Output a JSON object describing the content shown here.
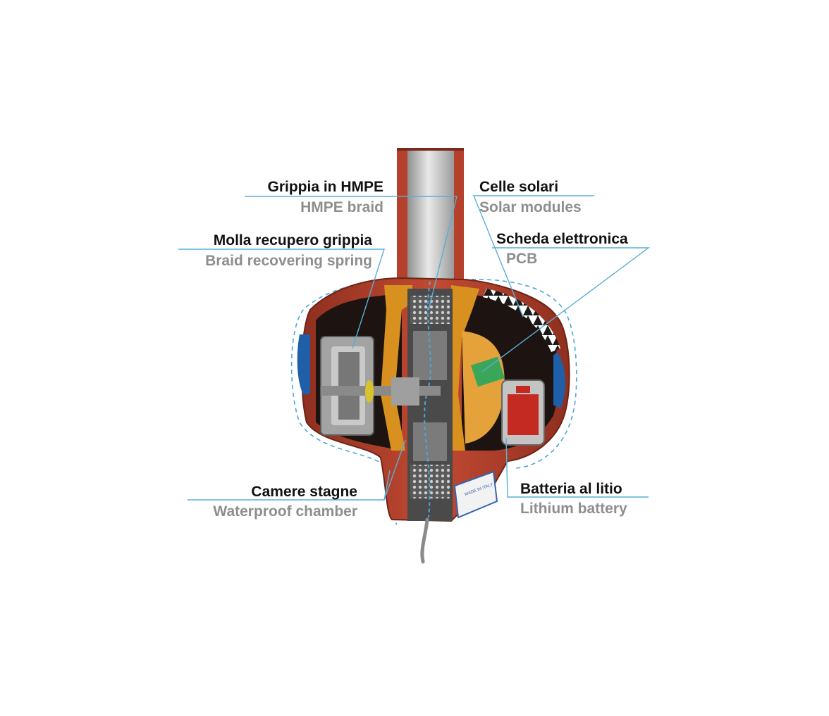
{
  "colors": {
    "leader_line": "#5aaed6",
    "housing_red": "#b5412c",
    "housing_dark": "#7a2a1c",
    "amber": "#d8901f",
    "grey_mechanism": "#9a9a9a",
    "pcb_green": "#3aa65a",
    "blue_band": "#1f5fa8",
    "dashed_outline": "#4aa6dc",
    "label_primary": "#111111",
    "label_secondary": "#8e8e8e"
  },
  "labels": {
    "braid": {
      "it": "Grippia in HMPE",
      "en": "HMPE braid"
    },
    "solar": {
      "it": "Celle solari",
      "en": "Solar modules"
    },
    "spring": {
      "it": "Molla recupero grippia",
      "en": "Braid recovering spring"
    },
    "pcb": {
      "it": "Scheda elettronica",
      "en": "PCB"
    },
    "chamber": {
      "it": "Camere stagne",
      "en": "Waterproof chamber"
    },
    "battery": {
      "it": "Batteria al litio",
      "en": "Lithium battery"
    }
  },
  "plate": {
    "text": "MADE IN ITALY"
  }
}
